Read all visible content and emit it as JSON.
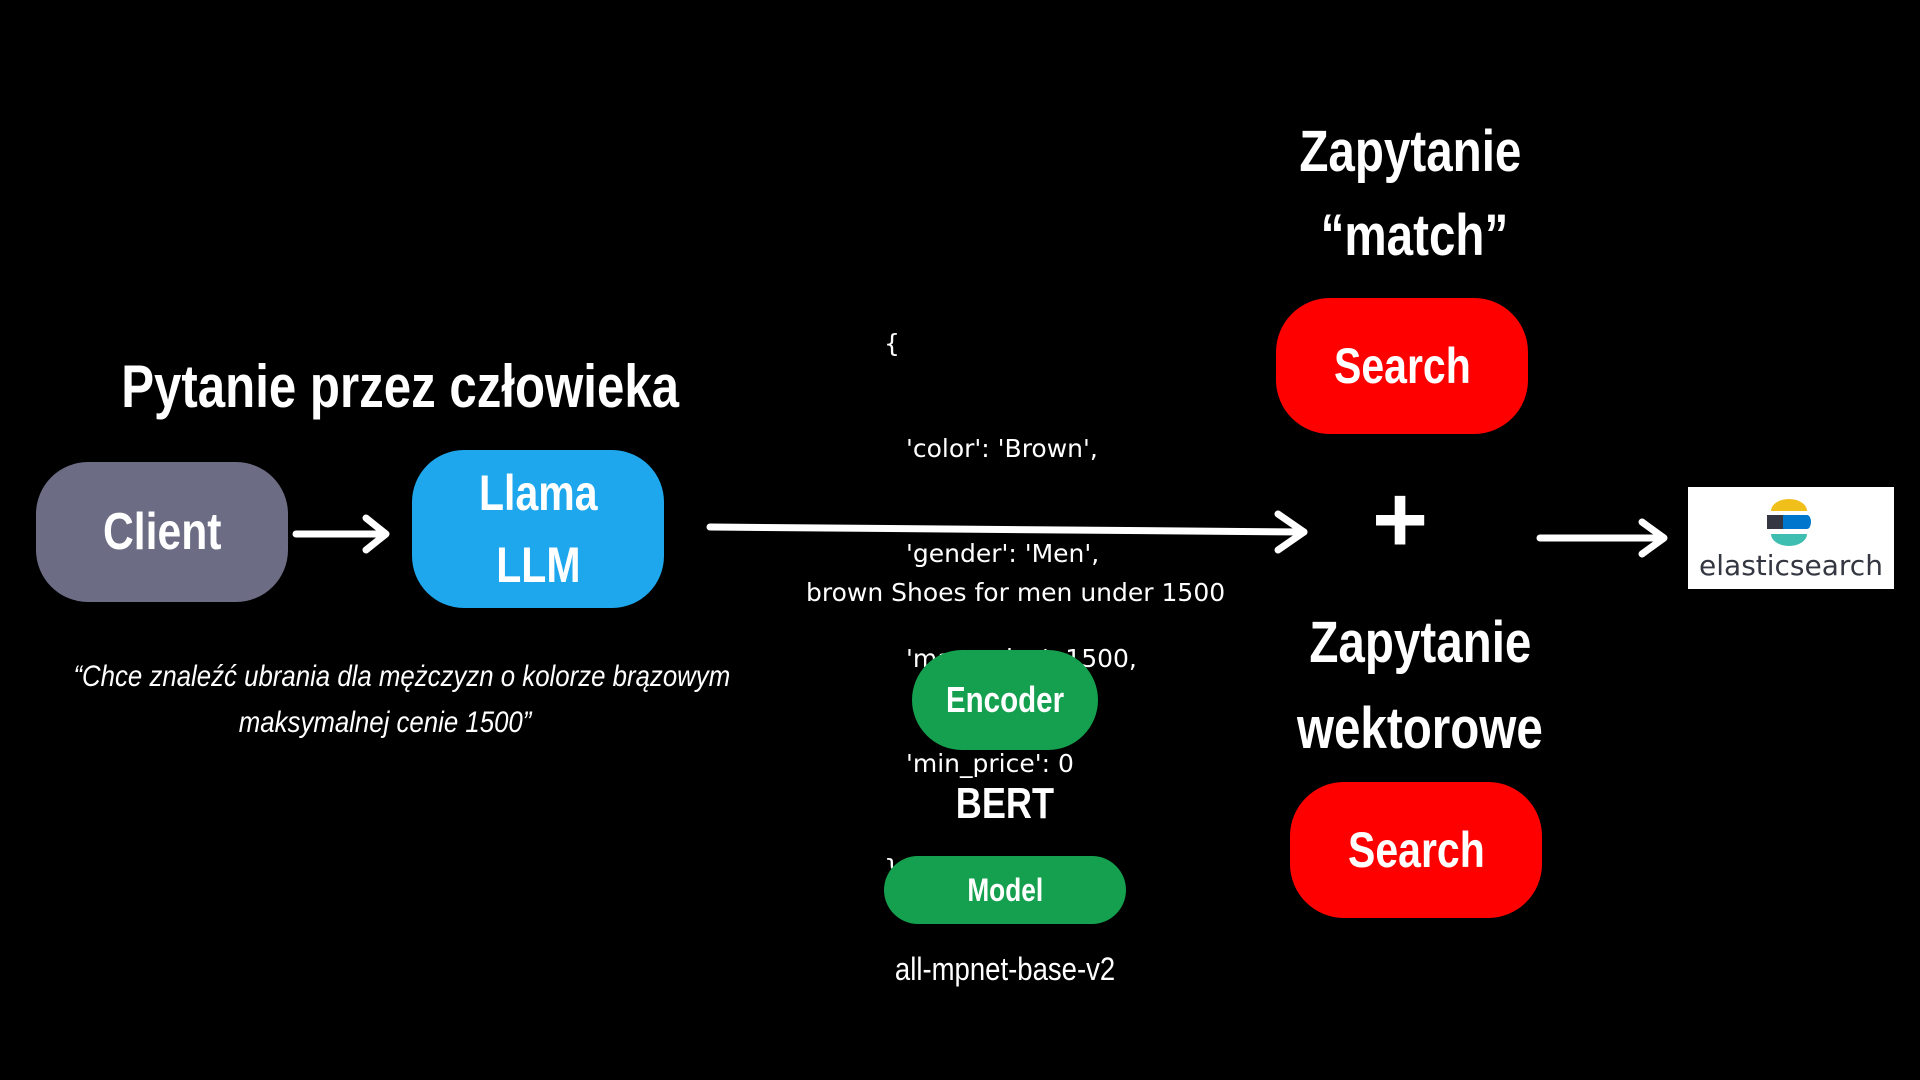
{
  "human_question_title": "Pytanie przez człowieka",
  "client_label": "Client",
  "llm_label_line1": "Llama",
  "llm_label_line2": "LLM",
  "quote_line1": "“Chce znaleźć ubrania dla mężczyzn o kolorze brązowym",
  "quote_line2": "maksymalnej cenie 1500”",
  "json_open": "{",
  "json_lines": [
    "'color': 'Brown',",
    "'gender': 'Men',",
    "'max_price': 1500,",
    "'min_price': 0"
  ],
  "json_close": "}",
  "query_text": "brown Shoes for men under 1500",
  "encoder_label": "Encoder",
  "bert_label": "BERT",
  "model_label": "Model",
  "model_name": "all-mpnet-base-v2",
  "match_query_line1": "Zapytanie",
  "match_query_line2": "“match”",
  "search_top_label": "Search",
  "plus_symbol": "+",
  "vector_query_line1": "Zapytanie",
  "vector_query_line2": "wektorowe",
  "search_bottom_label": "Search",
  "elastic_logo_text": "elasticsearch",
  "colors": {
    "background": "#000000",
    "client": "#6c6c84",
    "llm": "#1ea7ec",
    "encoder": "#14a04e",
    "search": "#ff0000",
    "text": "#ffffff"
  }
}
